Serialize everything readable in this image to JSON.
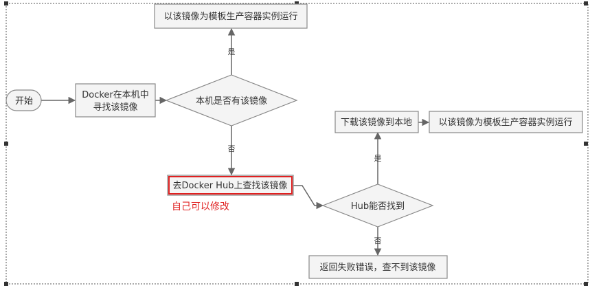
{
  "nodes": {
    "start": "开始",
    "docker_search_local": [
      "Docker在本机中",
      "寻找该镜像"
    ],
    "local_has_image": "本机是否有该镜像",
    "run_container_top": "以该镜像为模板生产容器实例运行",
    "search_docker_hub": "去Docker Hub上查找该镜像",
    "hub_can_find": "Hub能否找到",
    "download_image": "下载该镜像到本地",
    "run_container_right": "以该镜像为模板生产容器实例运行",
    "return_error": "返回失败错误，查不到该镜像"
  },
  "labels": {
    "yes_top": "是",
    "no_local": "否",
    "yes_hub": "是",
    "no_hub": "否"
  },
  "annotation": "自己可以修改",
  "colors": {
    "box_fill": "#f4f4f4",
    "box_stroke": "#888888",
    "line": "#666666",
    "highlight": "#e02020"
  }
}
